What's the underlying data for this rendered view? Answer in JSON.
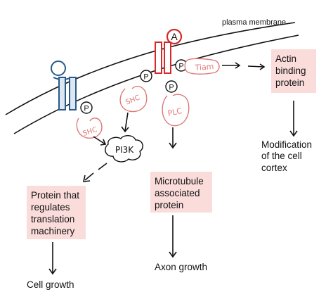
{
  "membrane_label": "plasma membrane",
  "receptor_a_letter": "A",
  "phospho_label": "P",
  "adaptors": {
    "shc": "SHC",
    "plc": "PLC",
    "tiam": "Tiam",
    "pi3k": "PI3K"
  },
  "boxes": {
    "actin": "Actin\nbinding\nprotein",
    "microtubule": "Microtubule\nassociated\nprotein",
    "translation": "Protein that\nregulates\ntranslation\nmachinery"
  },
  "outcomes": {
    "cortex": "Modification\nof the cell\ncortex",
    "axon": "Axon growth",
    "cell": "Cell growth"
  },
  "colors": {
    "red": "#d22b2b",
    "pink_box": "#fadcdb",
    "pink_adaptor": "#e07878",
    "blue": "#2a5a8a",
    "blue_fill": "#dce7f3"
  }
}
